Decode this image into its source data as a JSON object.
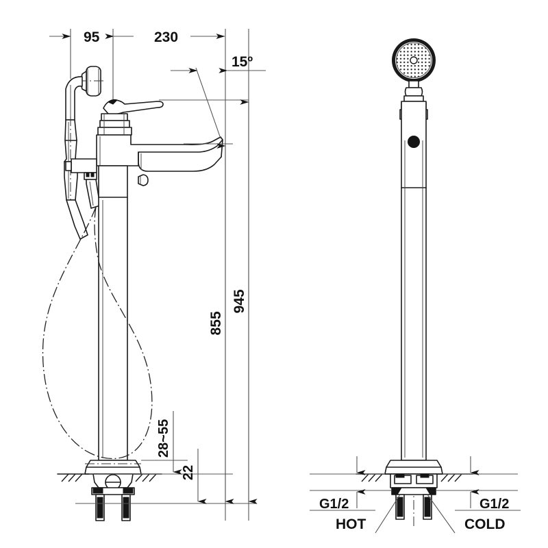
{
  "drawing": {
    "title": "Floor-standing bath mixer with handshower — dimensioned technical drawing",
    "units": "mm",
    "background_color": "#ffffff",
    "line_color": "#1a1a1a",
    "text_color": "#111111"
  },
  "views": {
    "left": {
      "name": "side-elevation-view",
      "label": ""
    },
    "right": {
      "name": "front-elevation-view",
      "label": ""
    }
  },
  "dimensions": {
    "horizontal": [
      {
        "id": "dim-95",
        "value": "95",
        "orientation": "horizontal",
        "position": "top"
      },
      {
        "id": "dim-230",
        "value": "230",
        "orientation": "horizontal",
        "position": "top"
      }
    ],
    "angle": [
      {
        "id": "dim-15deg",
        "value": "15º",
        "orientation": "horizontal",
        "position": "top-right"
      }
    ],
    "vertical": [
      {
        "id": "dim-855",
        "value": "855",
        "orientation": "vertical-rotated",
        "position": "right-of-side-view"
      },
      {
        "id": "dim-945",
        "value": "945",
        "orientation": "vertical-rotated",
        "position": "far-right-of-side-view"
      },
      {
        "id": "dim-28-55",
        "value": "28~55",
        "orientation": "vertical-rotated",
        "position": "lower-right-of-side-view"
      },
      {
        "id": "dim-22",
        "value": "22",
        "orientation": "vertical-rotated",
        "position": "lower-right-of-side-view"
      }
    ]
  },
  "callouts": {
    "inlets": [
      {
        "id": "callout-hot",
        "thread": "G1/2",
        "label": "HOT",
        "side": "left"
      },
      {
        "id": "callout-cold",
        "thread": "G1/2",
        "label": "COLD",
        "side": "right"
      }
    ]
  },
  "components": {
    "handshower": "handshower-head",
    "spout": "curved-spout",
    "lever": "lever-handle",
    "diverter": "diverter-knob",
    "hose": "flexible-hose",
    "base": "floor-flange-base",
    "legs": "mounting-legs",
    "floor": "floor-hatching"
  }
}
